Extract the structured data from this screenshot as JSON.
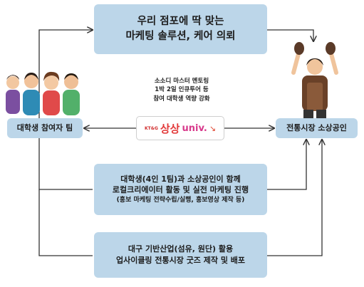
{
  "top_box": {
    "line1": "우리 점포에 딱 맞는",
    "line2": "마케팅 솔루션, 케어 의뢰"
  },
  "center": {
    "line1": "소소디 마스터 멘토링",
    "line2": "1박 2일 인큐투어 등",
    "line3": "참여 대학생 역량 강화",
    "logo": {
      "kt": "KT&G",
      "main": "상상",
      "univ": "univ.",
      "mark": "↘"
    }
  },
  "left_box": {
    "label": "대학생 참여자 팀"
  },
  "right_box": {
    "label": "전통시장 소상공인"
  },
  "mid_box": {
    "line1": "대학생(4인 1팀)과 소상공인이 함께",
    "line2": "로컬크리에이터 활동 및 실전 마케팅 진행",
    "line3": "(홍보 마케팅 전략수립/실행, 홍보영상 제작 등)"
  },
  "bottom_box": {
    "line1": "대구 기반산업(섬유, 원단) 활용",
    "line2": "업사이클링 전통시장 굿즈 제작 및 배포"
  },
  "colors": {
    "box_fill": "#bcd6e9",
    "line": "#333333",
    "logo_red": "#e23a3a",
    "logo_pink": "#d83a8c"
  }
}
